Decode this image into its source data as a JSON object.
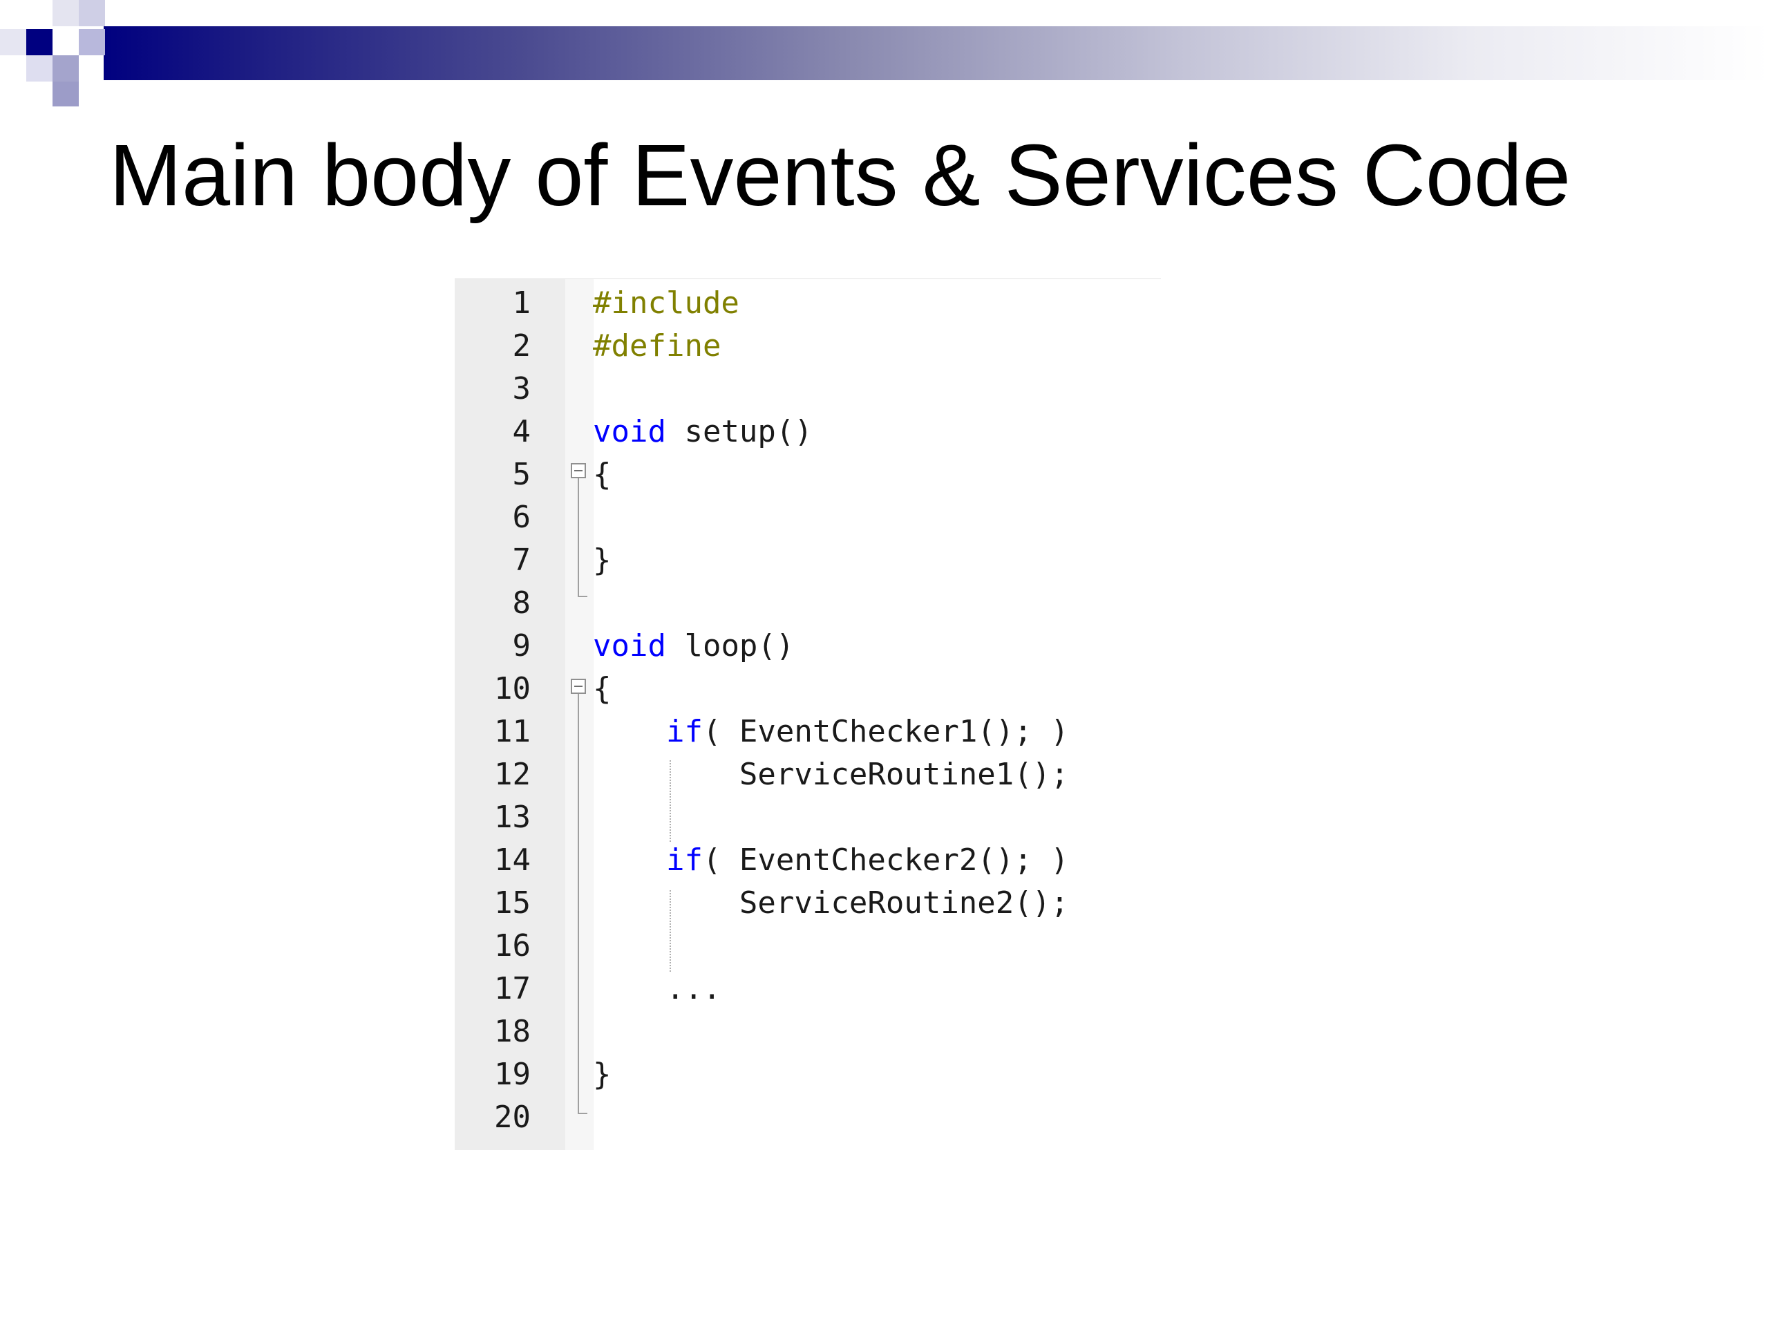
{
  "slide": {
    "title": "Main body of Events & Services Code"
  },
  "code": {
    "line_numbers": [
      "1",
      "2",
      "3",
      "4",
      "5",
      "6",
      "7",
      "8",
      "9",
      "10",
      "11",
      "12",
      "13",
      "14",
      "15",
      "16",
      "17",
      "18",
      "19",
      "20"
    ],
    "lines": [
      {
        "pp": "#include"
      },
      {
        "pp": "#define"
      },
      {
        "text": ""
      },
      {
        "kw": "void",
        "text": " setup()"
      },
      {
        "text": "{"
      },
      {
        "text": ""
      },
      {
        "text": "}"
      },
      {
        "text": ""
      },
      {
        "kw": "void",
        "text": " loop()"
      },
      {
        "text": "{"
      },
      {
        "indent": "    ",
        "kw": "if",
        "text": "( EventChecker1(); )"
      },
      {
        "text": "        ServiceRoutine1();"
      },
      {
        "text": ""
      },
      {
        "indent": "    ",
        "kw": "if",
        "text": "( EventChecker2(); )"
      },
      {
        "text": "        ServiceRoutine2();"
      },
      {
        "text": ""
      },
      {
        "text": "    ..."
      },
      {
        "text": ""
      },
      {
        "text": "}"
      },
      {
        "text": ""
      }
    ]
  },
  "colors": {
    "keyword": "#0000ff",
    "preprocessor": "#808000",
    "header_bar": "#000080"
  },
  "icons": [
    "fold-collapse-icon"
  ]
}
